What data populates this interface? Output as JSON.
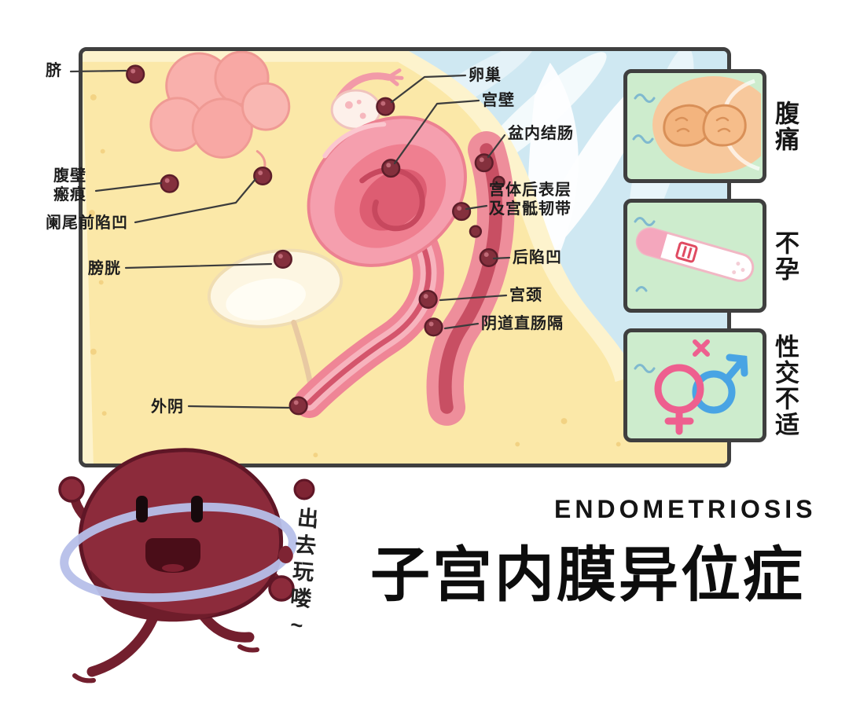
{
  "poster": {
    "title_en": "ENDOMETRIOSIS",
    "title_zh": "子宫内膜异位症",
    "character_speech": "出去玩喽~"
  },
  "anatomy": {
    "labels": [
      {
        "id": "navel",
        "text": "脐"
      },
      {
        "id": "abdominal-wall-scar",
        "text": "腹壁\n瘢痕"
      },
      {
        "id": "pre-appendix-pouch",
        "text": "阑尾前陷凹"
      },
      {
        "id": "bladder",
        "text": "膀胱"
      },
      {
        "id": "vulva",
        "text": "外阴"
      },
      {
        "id": "ovary",
        "text": "卵巢"
      },
      {
        "id": "uterine-wall",
        "text": "宫壁"
      },
      {
        "id": "pelvic-bowel",
        "text": "盆内结肠"
      },
      {
        "id": "posterior-uterus-and-uterosacral-ligament",
        "text": "宫体后表层\n及宫骶韧带"
      },
      {
        "id": "posterior-cul-de-sac",
        "text": "后陷凹"
      },
      {
        "id": "cervix",
        "text": "宫颈"
      },
      {
        "id": "rectovaginal-septum",
        "text": "阴道直肠隔"
      }
    ]
  },
  "symptoms": [
    {
      "label": "腹痛",
      "icon": "hands-on-belly-icon"
    },
    {
      "label": "不孕",
      "icon": "pregnancy-test-icon"
    },
    {
      "label": "性交不适",
      "icon": "gender-symbols-icon"
    }
  ],
  "colors": {
    "panel_bg": "#cfe8f2",
    "panel_border": "#3f3f3f",
    "symptom_bg": "#cdeccd",
    "body_skin": "#fbe8a8",
    "organ_pink": "#f59fae",
    "implant_red": "#84303d",
    "character_red": "#8c2b3b",
    "ring_blue": "#b6bfe9",
    "female_symbol": "#ee5f8f",
    "male_symbol": "#49a4e4"
  }
}
